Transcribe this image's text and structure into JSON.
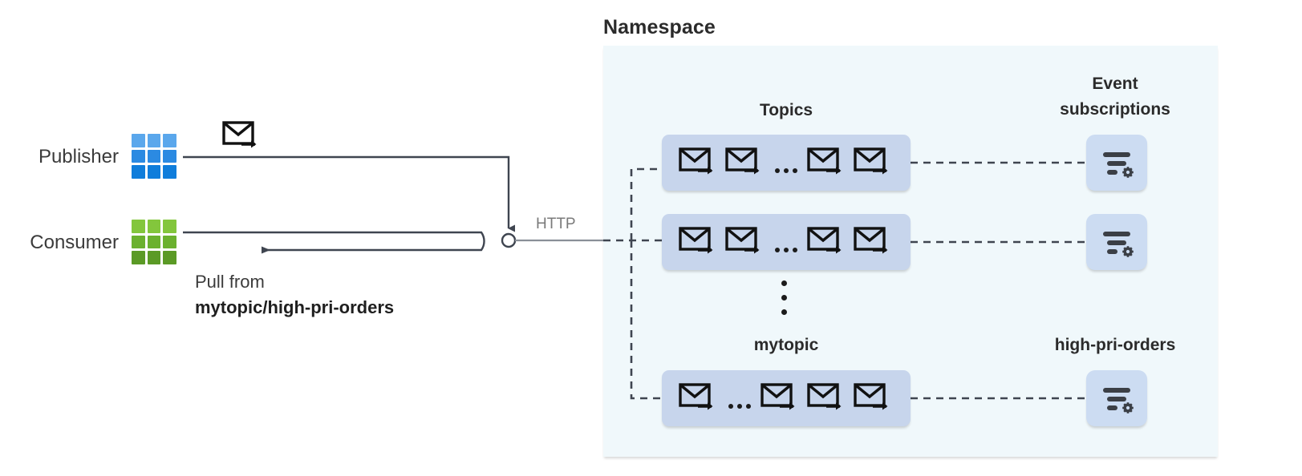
{
  "diagram": {
    "title_visible": false,
    "colors": {
      "namespace_bg": "#f0f8fb",
      "topic_box": "#c7d5ec",
      "subscription_tile": "#ccdcf2",
      "publisher_blue": "#2b8ae2",
      "consumer_green": "#6bb12e",
      "line_dark": "#3f4550",
      "http_label": "#7a7a7a",
      "text_dark": "#2b2b2b"
    }
  },
  "namespace": {
    "title": "Namespace"
  },
  "columns": {
    "topics_heading": "Topics",
    "subscriptions_heading": "Event\nsubscriptions",
    "subscriptions_heading_line1": "Event",
    "subscriptions_heading_line2": "subscriptions"
  },
  "left": {
    "publisher_label": "Publisher",
    "consumer_label": "Consumer",
    "publisher_icon": "grid-3x3-blue-icon",
    "consumer_icon": "grid-3x3-green-icon",
    "message_icon": "envelope-arrow-icon",
    "pull_line1": "Pull from",
    "pull_line2": "mytopic/high-pri-orders"
  },
  "connector": {
    "protocol_label": "HTTP",
    "endpoint_icon": "circle-connector-icon"
  },
  "topics": [
    {
      "id": "topic-0",
      "icon": "envelope-arrow-icon",
      "messages_before": 2,
      "ellipsis": "...",
      "messages_after": 2,
      "subscription_icon": "subscription-filter-gear-icon"
    },
    {
      "id": "topic-1",
      "icon": "envelope-arrow-icon",
      "messages_before": 2,
      "ellipsis": "...",
      "messages_after": 2,
      "subscription_icon": "subscription-filter-gear-icon"
    },
    {
      "id": "topic-2",
      "icon": "envelope-arrow-icon",
      "messages_before": 1,
      "ellipsis": "...",
      "messages_after": 3,
      "subscription_icon": "subscription-filter-gear-icon"
    }
  ],
  "labels": {
    "mytopic": "mytopic",
    "high_pri_orders": "high-pri-orders"
  },
  "vertical_ellipsis": "⋮"
}
